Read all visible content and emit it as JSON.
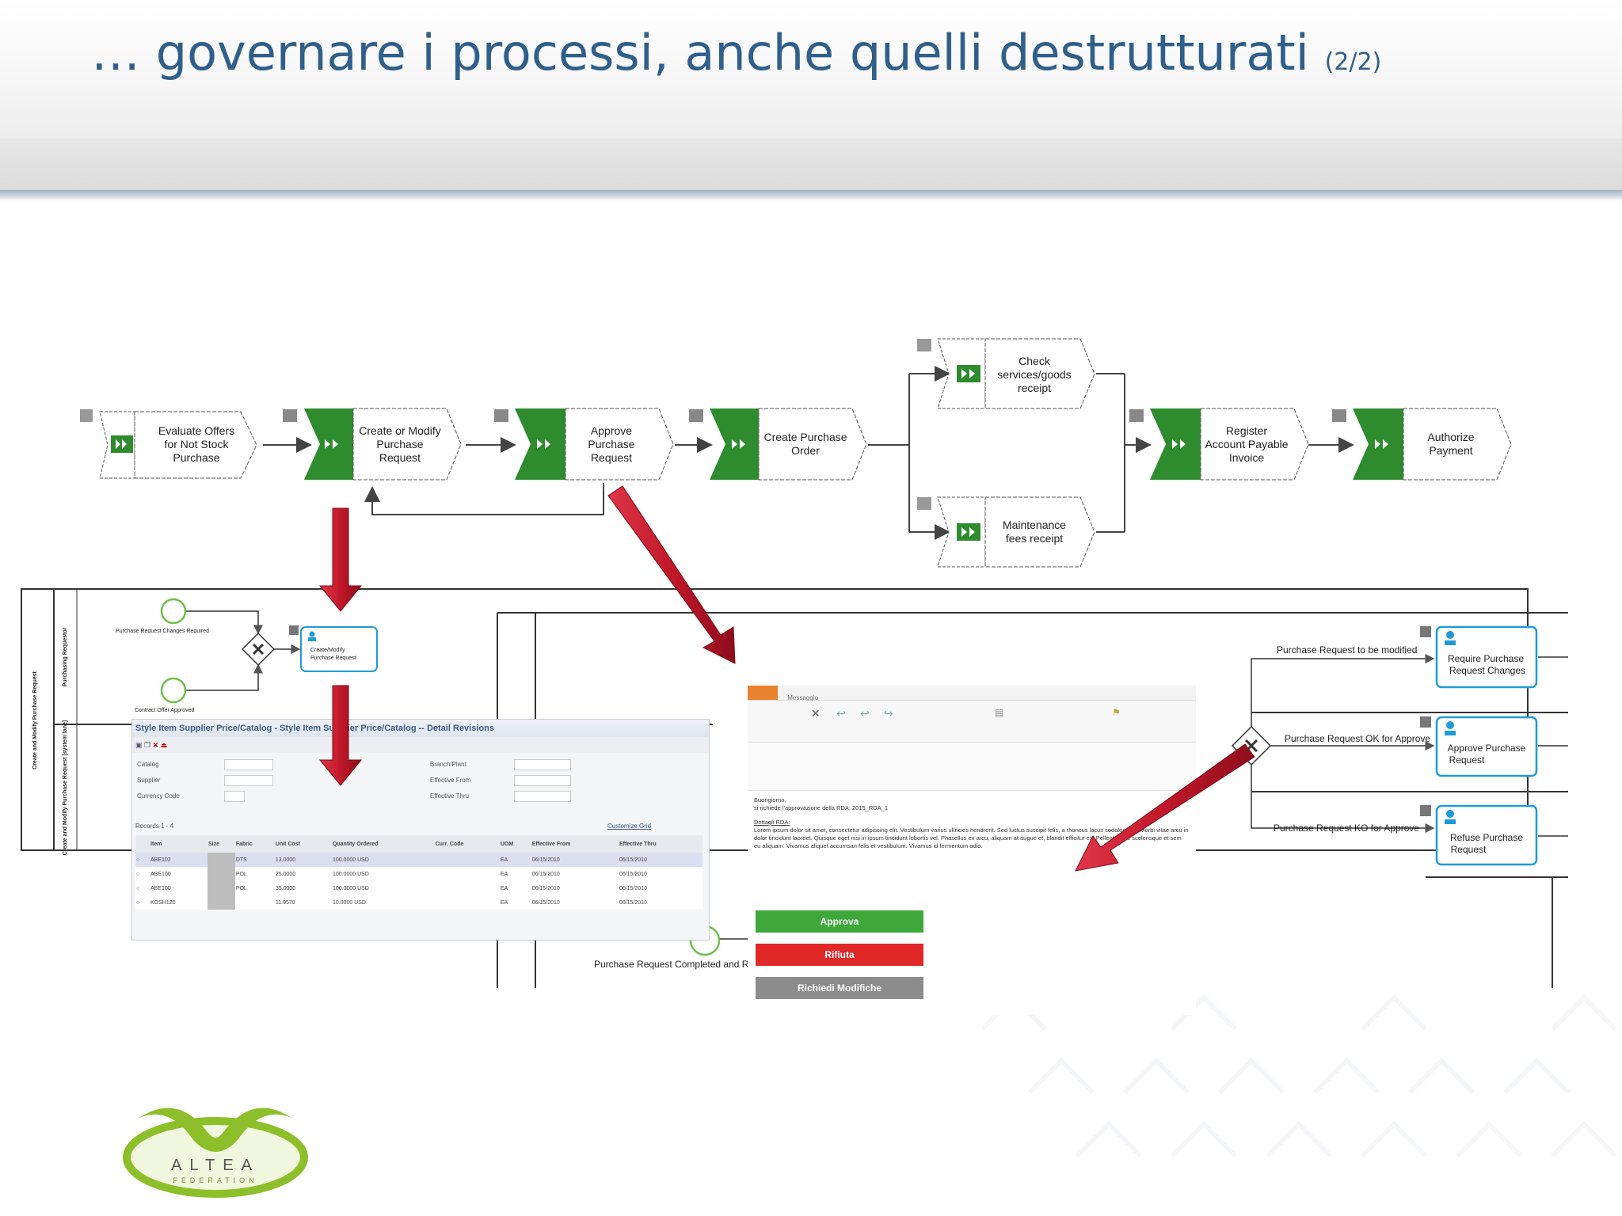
{
  "slide": {
    "title": "… governare i processi, anche quelli destrutturati",
    "title_suffix": "(2/2)"
  },
  "process": {
    "steps": [
      {
        "line1": "Evaluate Offers",
        "line2": "for Not Stock",
        "line3": "Purchase"
      },
      {
        "line1": "Create or Modify",
        "line2": "Purchase",
        "line3": "Request"
      },
      {
        "line1": "Approve",
        "line2": "Purchase",
        "line3": "Request"
      },
      {
        "line1": "Create Purchase",
        "line2": "Order",
        "line3": ""
      },
      {
        "line1": "Check",
        "line2": "services/goods",
        "line3": "receipt"
      },
      {
        "line1": "Maintenance",
        "line2": "fees receipt",
        "line3": ""
      },
      {
        "line1": "Register",
        "line2": "Account Payable",
        "line3": "Invoice"
      },
      {
        "line1": "Authorize",
        "line2": "Payment",
        "line3": ""
      }
    ]
  },
  "bpmn_left": {
    "event_top": "Purchase Request Changes Required",
    "event_bottom": "Contract Offer Approved",
    "task": {
      "line1": "Create/Modify",
      "line2": "Purchase Request"
    },
    "lane_outer": "Create and Modify Purchase Request",
    "lane_top": "Purchasing Requestor",
    "lane_bottom": "Create and Modify Purchase Request [system lane]"
  },
  "catalog_window": {
    "title": "Style Item Supplier Price/Catalog - Style Item Supplier Price/Catalog -- Detail Revisions",
    "fields": [
      "Catalog",
      "Supplier",
      "Currency Code",
      "Branch/Plant",
      "Effective From",
      "Effective Thru"
    ],
    "records_label": "Records 1 - 4",
    "customize_grid": "Customize Grid",
    "columns": [
      "Item",
      "Size",
      "Fabric",
      "Unit Cost",
      "Quantity Ordered",
      "Curr. Code",
      "UOM",
      "Effective From",
      "Effective Thru"
    ],
    "rows": [
      [
        "ABE102",
        "",
        "DTS",
        "13.0000",
        "100.0000 USD",
        "EA",
        "06/15/2010",
        "06/15/2010"
      ],
      [
        "ABE100",
        "",
        "POL",
        "25.0000",
        "100.0000 USD",
        "EA",
        "06/15/2010",
        "06/15/2010"
      ],
      [
        "ABE100",
        "",
        "POL",
        "35.0000",
        "100.0000 USD",
        "EA",
        "06/15/2010",
        "06/15/2010"
      ],
      [
        "KOSH120",
        "",
        "",
        "11.9570",
        "10.0000 USD",
        "EA",
        "06/15/2010",
        "06/15/2010"
      ]
    ]
  },
  "email_window": {
    "tab": "Messaggio",
    "greeting": "Buongiorno,",
    "body_line": "si richiede l'approvazione della RDA: 2015_RDA_1",
    "details_label": "Dettagli RDA:",
    "lorem": "Lorem ipsum dolor sit amet, consectetur adipiscing elit. Vestibulum varius ultricies hendrerit. Sed luctus suscipit felis, a rhoncus lacus sodales nec. Morbi vitae arcu in dolor tincidunt laoreet. Quisque eget nisi in ipsum tincidunt lobortis vel. Phasellus ex arcu, aliquam at augue et, blandit efficitur ex. Pellentesque scelerisque et sem eu aliquam. Vivamus aliquet accumsan felis et vestibulum. Vivamus id fermentum odio.",
    "approve_button": "Approva",
    "reject_button": "Rifiuta",
    "modify_button": "Richiedi Modifiche"
  },
  "bpmn_right": {
    "flows": [
      "Purchase Request to be modified",
      "Purchase Request OK for Approve",
      "Purchase Request KO for Approve",
      "Purchase Request Completed and Re"
    ],
    "tasks": [
      {
        "line1": "Require Purchase",
        "line2": "Request Changes"
      },
      {
        "line1": "Approve Purchase",
        "line2": "Request"
      },
      {
        "line1": "Refuse Purchase",
        "line2": "Request"
      }
    ]
  },
  "logo": {
    "brand": "ALTEA",
    "sub": "FEDERATION"
  },
  "colors": {
    "title": "#2f5f8a",
    "process_green": "#2e8b2e",
    "arrow_red": "#c0182a",
    "bpmn_blue": "#1f9bd7",
    "approve": "#3fa83a",
    "reject": "#e02828",
    "modify": "#8c8c8c"
  }
}
